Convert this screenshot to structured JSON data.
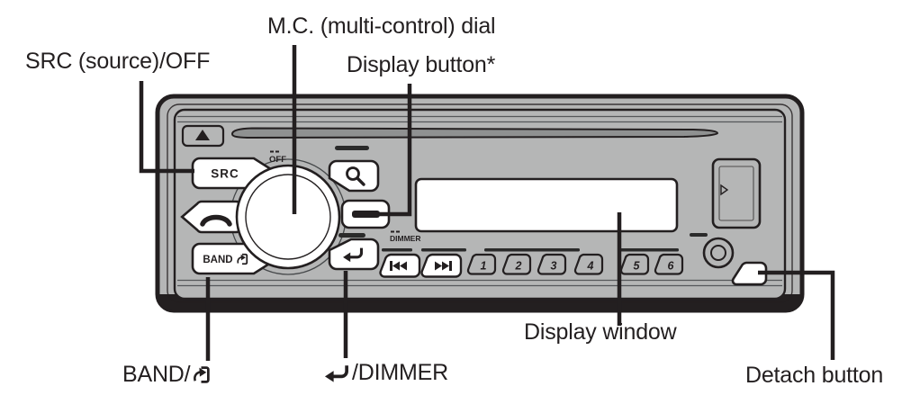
{
  "callouts": {
    "mc_dial": "M.C. (multi-control) dial",
    "src": "SRC (source)/OFF",
    "display_button": "Display button*",
    "band_prefix": "BAND/",
    "dimmer_suffix": "/DIMMER",
    "display_window": "Display window",
    "detach": "Detach button"
  },
  "device": {
    "src_button": "SRC",
    "band_button": "BAND",
    "off_label": "OFF",
    "dimmer_label": "DIMMER",
    "preset_buttons": [
      "1",
      "2",
      "3",
      "4",
      "5",
      "6"
    ],
    "icons": {
      "eject": "▲",
      "disc_slot": "—",
      "phone": "📞",
      "search": "🔍",
      "display": "▬",
      "back": "⮌",
      "band_enter": "⎘",
      "prev_track": "⏮",
      "next_track": "⏭",
      "aux_jack": "◎",
      "usb_flap": "▷"
    },
    "colors": {
      "line": "#231f20",
      "panel_gray": "#b5b6b6",
      "button_white": "#ffffff"
    }
  }
}
